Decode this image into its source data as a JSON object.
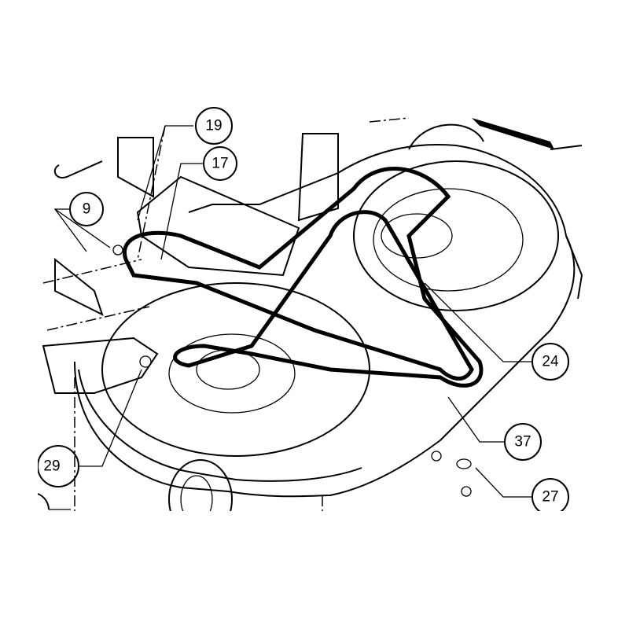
{
  "diagram": {
    "title": "Mower deck assembly exploded view",
    "callouts": [
      {
        "id": "c19",
        "label": "19"
      },
      {
        "id": "c17",
        "label": "17"
      },
      {
        "id": "c9",
        "label": "9"
      },
      {
        "id": "c24",
        "label": "24"
      },
      {
        "id": "c37",
        "label": "37"
      },
      {
        "id": "c29",
        "label": "29"
      },
      {
        "id": "c27",
        "label": "27"
      }
    ]
  }
}
